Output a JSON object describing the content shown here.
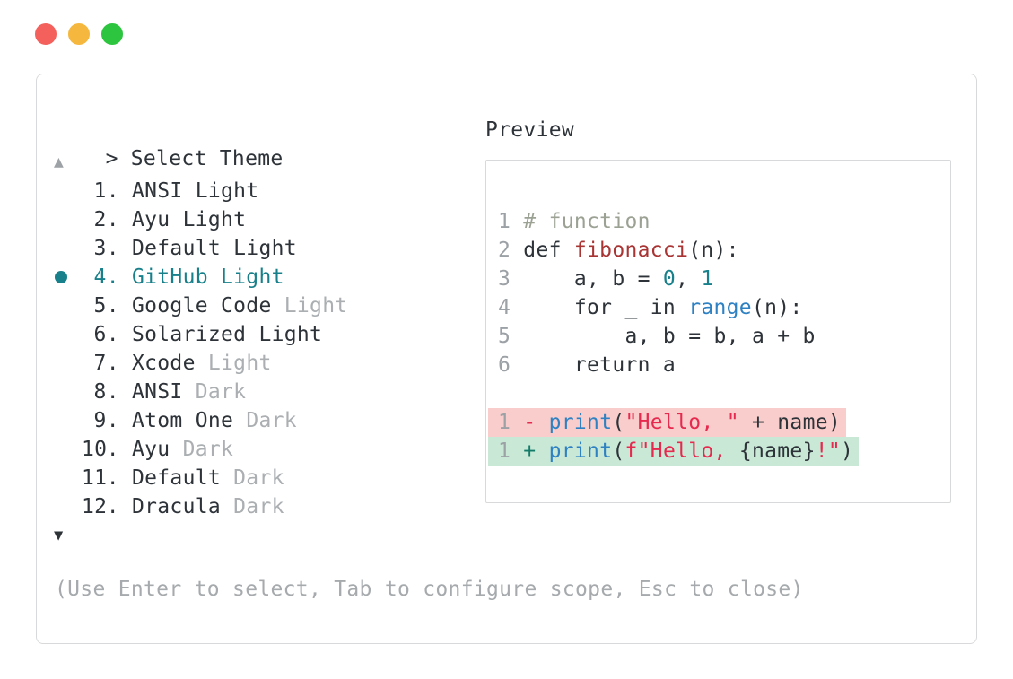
{
  "window_controls": {
    "close_color": "#f4615c",
    "minimize_color": "#f5b73d",
    "zoom_color": "#2dc53f"
  },
  "prompt": {
    "chevron": ">",
    "label": "Select Theme"
  },
  "scroll": {
    "up_glyph": "▲",
    "down_glyph": "▼"
  },
  "theme_list": {
    "selected_index": 3,
    "items": [
      {
        "number": "1",
        "name": "ANSI Light",
        "muted_suffix": "",
        "selected": false
      },
      {
        "number": "2",
        "name": "Ayu Light",
        "muted_suffix": "",
        "selected": false
      },
      {
        "number": "3",
        "name": "Default Light",
        "muted_suffix": "",
        "selected": false
      },
      {
        "number": "4",
        "name": "GitHub Light",
        "muted_suffix": "",
        "selected": true
      },
      {
        "number": "5",
        "name": "Google Code",
        "muted_suffix": "Light",
        "selected": false
      },
      {
        "number": "6",
        "name": "Solarized Light",
        "muted_suffix": "",
        "selected": false
      },
      {
        "number": "7",
        "name": "Xcode",
        "muted_suffix": "Light",
        "selected": false
      },
      {
        "number": "8",
        "name": "ANSI",
        "muted_suffix": "Dark",
        "selected": false
      },
      {
        "number": "9",
        "name": "Atom One",
        "muted_suffix": "Dark",
        "selected": false
      },
      {
        "number": "10",
        "name": "Ayu",
        "muted_suffix": "Dark",
        "selected": false
      },
      {
        "number": "11",
        "name": "Default",
        "muted_suffix": "Dark",
        "selected": false
      },
      {
        "number": "12",
        "name": "Dracula",
        "muted_suffix": "Dark",
        "selected": false
      }
    ]
  },
  "preview": {
    "label": "Preview",
    "lines": [
      {
        "type": "code",
        "lineno": "1",
        "tokens": [
          [
            "comment",
            "# function"
          ]
        ]
      },
      {
        "type": "code",
        "lineno": "2",
        "tokens": [
          [
            "plain",
            "def "
          ],
          [
            "defname",
            "fibonacci"
          ],
          [
            "plain",
            "(n):"
          ]
        ]
      },
      {
        "type": "code",
        "lineno": "3",
        "tokens": [
          [
            "plain",
            "    a, b = "
          ],
          [
            "number",
            "0"
          ],
          [
            "plain",
            ", "
          ],
          [
            "number",
            "1"
          ]
        ]
      },
      {
        "type": "code",
        "lineno": "4",
        "tokens": [
          [
            "plain",
            "    for _ in "
          ],
          [
            "builtin",
            "range"
          ],
          [
            "plain",
            "(n):"
          ]
        ]
      },
      {
        "type": "code",
        "lineno": "5",
        "tokens": [
          [
            "plain",
            "        a, b = b, a + b"
          ]
        ]
      },
      {
        "type": "code",
        "lineno": "6",
        "tokens": [
          [
            "plain",
            "    return a"
          ]
        ]
      },
      {
        "type": "blank",
        "lineno": "",
        "tokens": []
      },
      {
        "type": "removed",
        "lineno": "1",
        "tokens": [
          [
            "del",
            " - "
          ],
          [
            "builtin",
            "print"
          ],
          [
            "plain",
            "("
          ],
          [
            "string",
            "\"Hello, \""
          ],
          [
            "plain",
            " + name)"
          ]
        ]
      },
      {
        "type": "added",
        "lineno": "1",
        "tokens": [
          [
            "ins",
            " + "
          ],
          [
            "builtin",
            "print"
          ],
          [
            "plain",
            "("
          ],
          [
            "string",
            "f\"Hello, "
          ],
          [
            "plain",
            "{name}"
          ],
          [
            "string",
            "!\""
          ],
          [
            "plain",
            ")"
          ]
        ]
      }
    ]
  },
  "help_text": "(Use Enter to select, Tab to configure scope, Esc to close)",
  "colors": {
    "accent_teal": "#17808a",
    "string_red": "#e62a4f",
    "builtin_blue": "#2e81c2",
    "defname_red": "#a93434",
    "comment_gray": "#9ba294",
    "muted_gray": "#abafb2",
    "removed_bg": "#f8cdcb",
    "added_bg": "#c9e8d6",
    "border_gray": "#d8d9da"
  }
}
